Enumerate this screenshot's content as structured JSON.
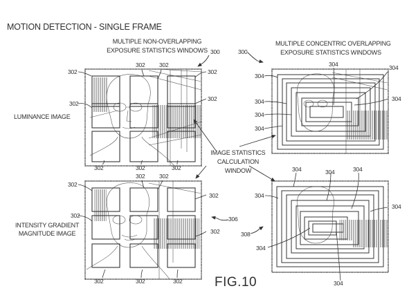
{
  "figure": {
    "title": "MOTION DETECTION - SINGLE FRAME",
    "figure_label": "FIG.10"
  },
  "captions": {
    "non_overlapping": [
      "MULTIPLE NON-OVERLAPPING",
      "EXPOSURE STATISTICS WINDOWS"
    ],
    "concentric": [
      "MULTIPLE CONCENTRIC OVERLAPPING",
      "EXPOSURE STATISTICS WINDOWS"
    ],
    "calc_window": [
      "IMAGE STATISTICS",
      "CALCULATION",
      "WINDOW"
    ],
    "luminance": "LUMINANCE IMAGE",
    "gradient": [
      "INTENSITY GRADIENT",
      "MAGNITUDE IMAGE"
    ]
  },
  "panels": [
    {
      "id": "top-left",
      "image": "luminance",
      "windows": "non-overlapping grid 3x3",
      "window_ref": "302"
    },
    {
      "id": "top-right",
      "image": "luminance",
      "windows": "concentric overlapping",
      "window_ref": "304"
    },
    {
      "id": "bottom-left",
      "image": "intensity gradient magnitude",
      "windows": "non-overlapping grid 3x3",
      "window_ref": "302"
    },
    {
      "id": "bottom-right",
      "image": "intensity gradient magnitude",
      "windows": "concentric overlapping",
      "window_ref": "304"
    }
  ],
  "refs": {
    "r300a": "300",
    "r300b": "300",
    "r306": "306",
    "r308": "308",
    "r302": "302",
    "r304": "304"
  }
}
